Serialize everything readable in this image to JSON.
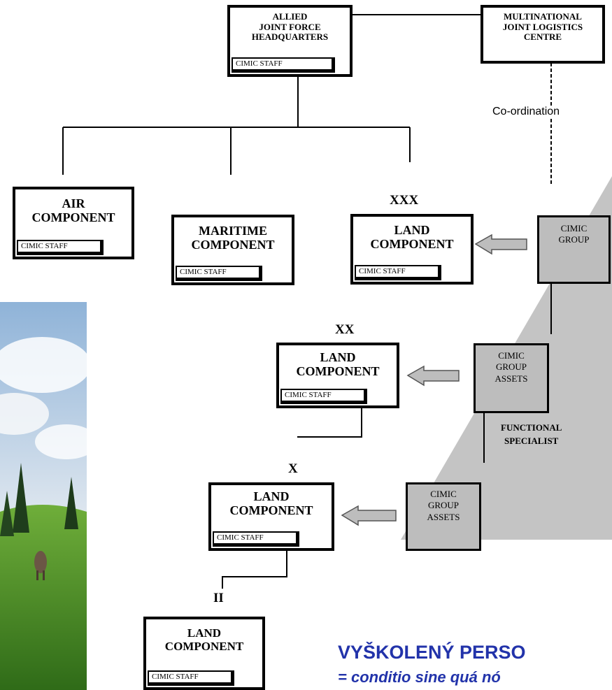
{
  "hq": {
    "ajfhq": [
      "ALLIED",
      "JOINT FORCE",
      "HEADQUARTERS"
    ],
    "mjlc": [
      "MULTINATIONAL",
      "JOINT LOGISTICS",
      "CENTRE"
    ],
    "coordination": "Co-ordination"
  },
  "components": {
    "air": [
      "AIR",
      "COMPONENT"
    ],
    "maritime": [
      "MARITIME",
      "COMPONENT"
    ],
    "land": [
      "LAND",
      "COMPONENT"
    ],
    "staff": "CIMIC STAFF"
  },
  "echelons": {
    "xxx": "XXX",
    "xx": "XX",
    "x": "X",
    "ii": "II"
  },
  "cimic": {
    "group": [
      "CIMIC",
      "GROUP"
    ],
    "assets": [
      "CIMIC",
      "GROUP",
      "ASSETS"
    ],
    "functional": [
      "FUNCTIONAL",
      "SPECIALIST"
    ]
  },
  "caption": {
    "headline": "VYŠKOLENÝ PERSO",
    "subline": "= conditio sine quá nó"
  },
  "colors": {
    "headline": "#2233aa",
    "subline": "#2233aa",
    "triangle": "#c4c4c4",
    "cimic_fill": "#bdbdbd"
  }
}
